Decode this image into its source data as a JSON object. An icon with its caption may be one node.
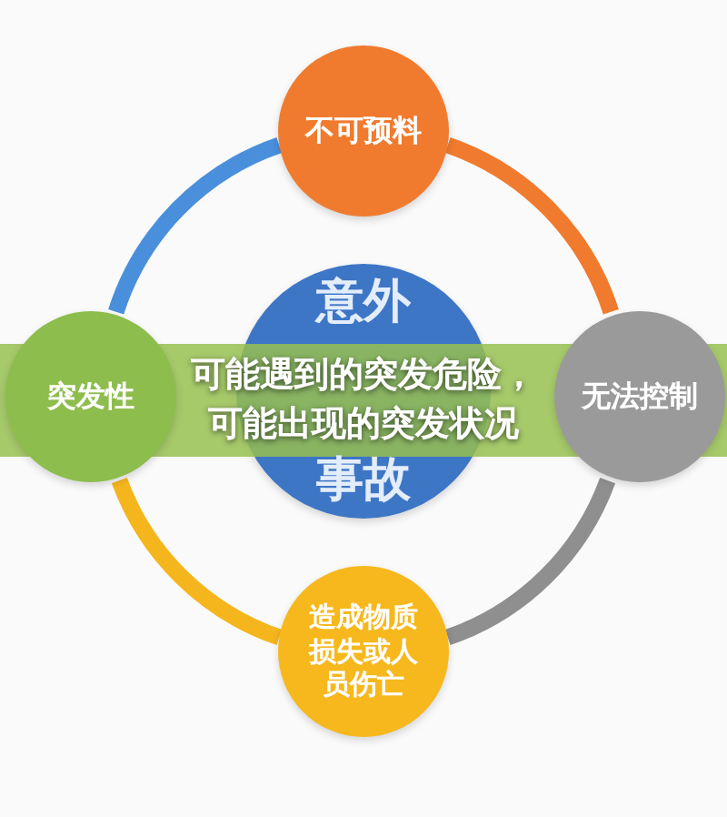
{
  "diagram": {
    "title": "可能遇到的突发危险，可能出现的突发状况",
    "nodes": [
      {
        "text": [
          "意外事故"
        ]
      },
      {
        "text": [
          "不可预料"
        ]
      },
      {
        "text": [
          "突发性"
        ]
      },
      {
        "text": [
          "无法控制"
        ]
      },
      {
        "text": [
          "造成物质损失或人员伤亡"
        ]
      }
    ],
    "edges": [
      {
        "from": 1,
        "to": 3,
        "arrow": "none",
        "color": "#f07b2e"
      },
      {
        "from": 3,
        "to": 4,
        "arrow": "none",
        "color": "#8f8f8f"
      },
      {
        "from": 4,
        "to": 2,
        "arrow": "none",
        "color": "#f5b51c"
      },
      {
        "from": 2,
        "to": 1,
        "arrow": "none",
        "color": "#4a8fdb"
      }
    ]
  }
}
